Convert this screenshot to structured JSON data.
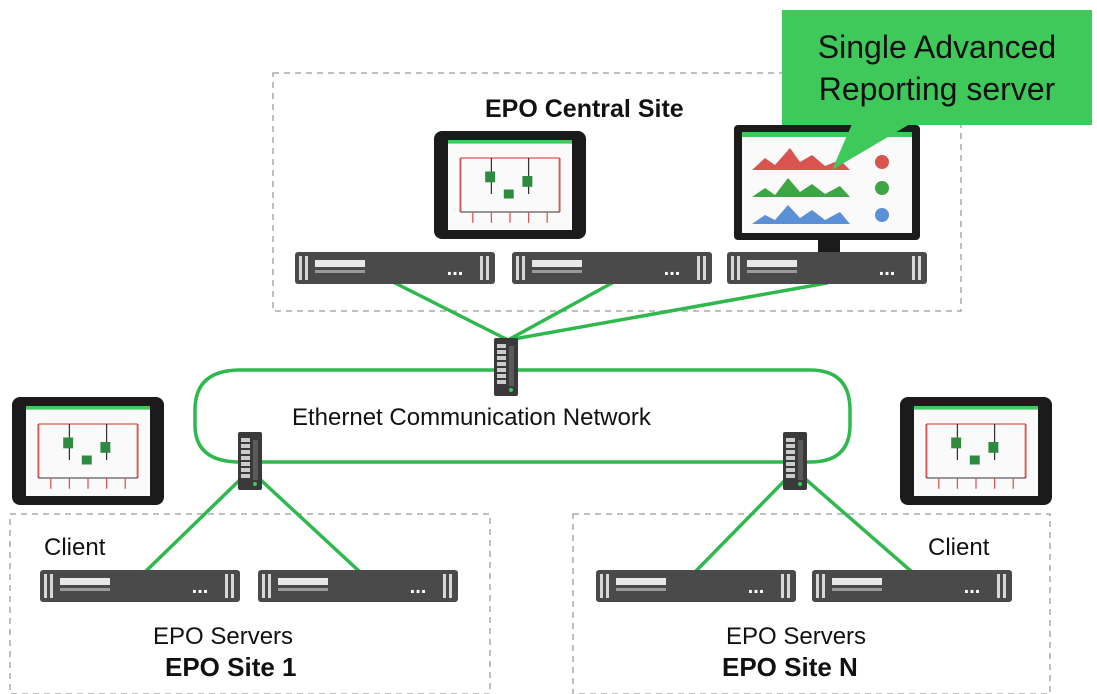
{
  "central_site": {
    "title": "EPO Central Site"
  },
  "callout": {
    "line1": "Single Advanced",
    "line2": "Reporting server"
  },
  "network": {
    "label": "Ethernet Communication Network"
  },
  "site_1": {
    "client_label": "Client",
    "servers_label": "EPO Servers",
    "title": "EPO Site 1"
  },
  "site_n": {
    "client_label": "Client",
    "servers_label": "EPO Servers",
    "title": "EPO Site N"
  },
  "server_badge": "...",
  "colors": {
    "network_line": "#2fb84e",
    "callout_fill": "#3ec95a",
    "device_body": "#4a4a4a",
    "dashed_border": "#aaaaaa",
    "accent_red": "#d9534f",
    "accent_blue": "#5b8fd6"
  },
  "icons": [
    "tablet-icon",
    "monitor-icon",
    "server-icon",
    "network-switch-icon"
  ]
}
